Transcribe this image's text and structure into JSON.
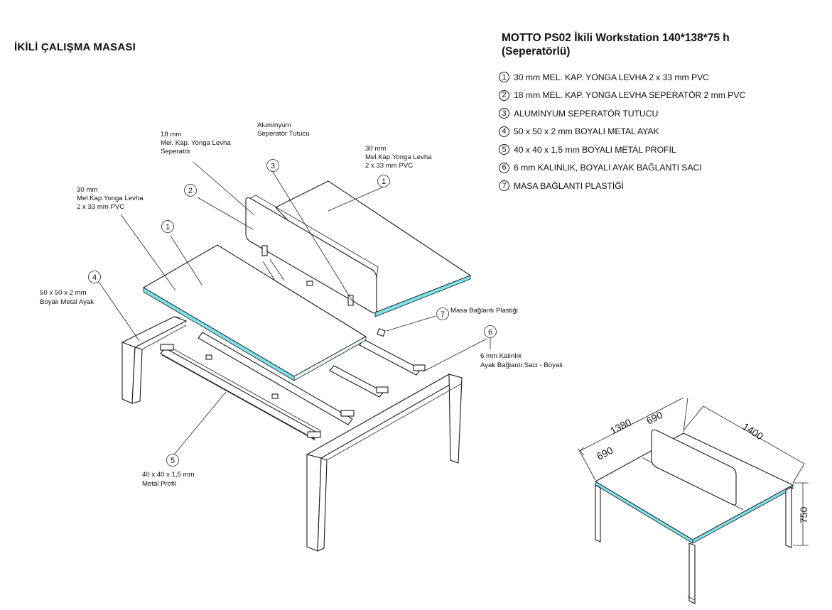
{
  "page_title": "İKİLİ ÇALIŞMA MASASI",
  "product_title_line1": "MOTTO PS02 İkili Workstation  140*138*75 h",
  "product_title_line2": "(Seperatörlü)",
  "legend": [
    {
      "num": "1",
      "text": "30 mm MEL. KAP. YONGA LEVHA 2 x 33 mm PVC"
    },
    {
      "num": "2",
      "text": "18 mm MEL. KAP. YONGA LEVHA   SEPERATÖR  2 mm PVC"
    },
    {
      "num": "3",
      "text": "ALUMİNYUM SEPERATÖR TUTUCU"
    },
    {
      "num": "4",
      "text": "50 x 50 x 2 mm  BOYALI METAL AYAK"
    },
    {
      "num": "5",
      "text": "40 x 40 x 1,5 mm  BOYALI METAL PROFİL"
    },
    {
      "num": "6",
      "text": "6 mm KALINLIK, BOYALI AYAK BAĞLANTI SACI"
    },
    {
      "num": "7",
      "text": "MASA BAĞLANTI PLASTİĞİ"
    }
  ],
  "callouts": {
    "c1_left": {
      "num": "1",
      "lines": [
        "30 mm",
        "Mel.Kap.Yonga Levha",
        "2 x 33 mm PVC"
      ]
    },
    "c1_right": {
      "num": "1",
      "lines": [
        "30 mm",
        "Mel.Kap.Yonga Levha",
        "2 x 33 mm PVC"
      ]
    },
    "c2": {
      "num": "2",
      "lines": [
        "18 mm",
        "Mel. Kap. Yonga Levha",
        "Seperatör"
      ]
    },
    "c3": {
      "num": "3",
      "lines": [
        "Aluminyum",
        "Seperatör Tutucu"
      ]
    },
    "c4": {
      "num": "4",
      "lines": [
        "50 x 50 x 2 mm",
        "Boyalı Metal Ayak"
      ]
    },
    "c5": {
      "num": "5",
      "lines": [
        "40 x 40 x 1,5 mm",
        "Metal Profil"
      ]
    },
    "c6": {
      "num": "6",
      "lines": [
        "6 mm Kalınlık",
        "Ayak Bağlantı Sacı - Boyalı"
      ]
    },
    "c7": {
      "num": "7",
      "text": "Masa Bağlantı Plastiği"
    }
  },
  "dimensions": {
    "width_total": "1380",
    "half_a": "690",
    "half_b": "690",
    "depth": "1400",
    "height": "750"
  },
  "colors": {
    "line": "#1a1a1a",
    "edge_band": "#7fe0e8",
    "background": "#ffffff"
  }
}
